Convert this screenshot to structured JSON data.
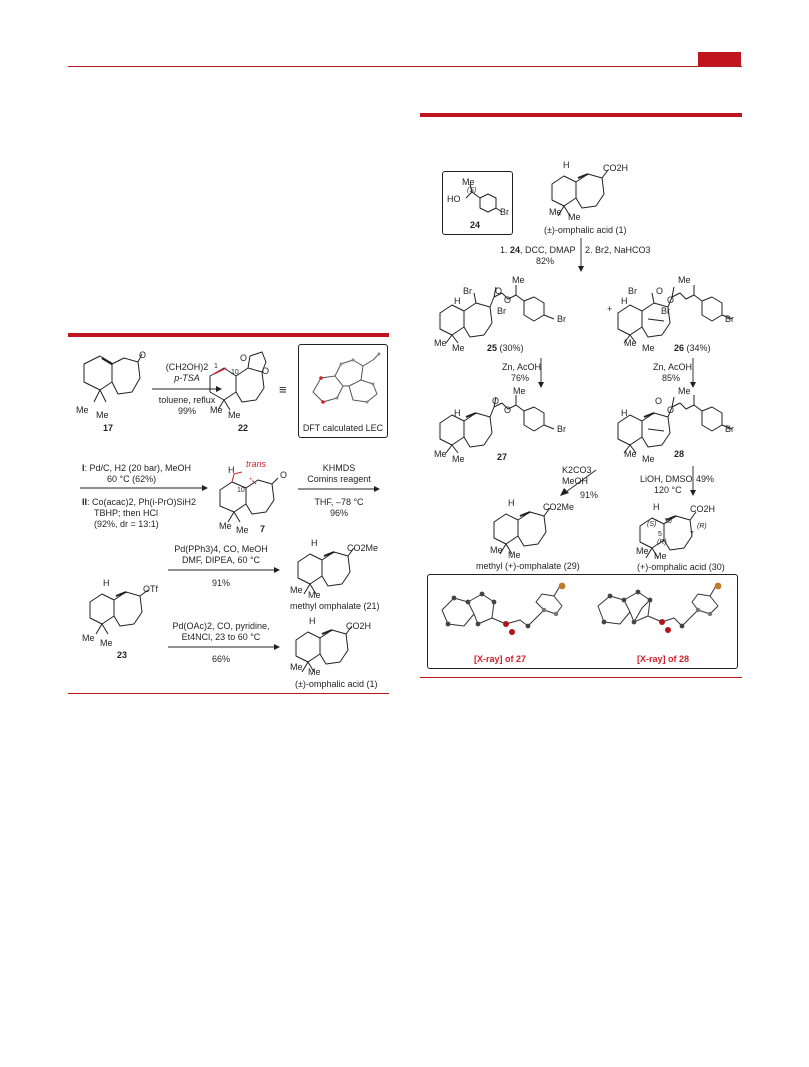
{
  "page": {
    "accent_color": "#c0151e",
    "rule_color": "#b01e24"
  },
  "left_scheme": {
    "row1": {
      "cmpd17_label": "17",
      "reagent_top": "(CH2OH)2",
      "reagent_mid": "p-TSA",
      "reagent_cond": "toluene, reflux",
      "reagent_yield": "99%",
      "cmpd22_label": "22",
      "dft_label": "DFT calculated LEC",
      "num_1": "1",
      "num_10": "10"
    },
    "row2": {
      "cond_I_prefix": "I",
      "cond_I": ": Pd/C, H2 (20 bar), MeOH",
      "cond_I_line2": "60 °C (62%)",
      "cond_II_prefix": "II",
      "cond_II": ": Co(acac)2, Ph(i-PrO)SiH2",
      "cond_II_line2": "TBHP; then HCl",
      "cond_II_line3": "(92%, dr = 13:1)",
      "trans_label": "trans",
      "cmpd7_label": "7",
      "num_10": "10",
      "reagent2_line1": "KHMDS",
      "reagent2_line2": "Comins reagent",
      "reagent2_line3": "THF, –78 °C",
      "reagent2_yield": "96%"
    },
    "row3": {
      "otf_label": "OTf",
      "cmpd23_label": "23",
      "upper_cond_line1": "Pd(PPh3)4, CO, MeOH",
      "upper_cond_line2": "DMF, DIPEA, 60 °C",
      "upper_yield": "91%",
      "co2me": "CO2Me",
      "product21_name": "methyl omphalate (21)",
      "lower_cond_line1": "Pd(OAc)2, CO, pyridine,",
      "lower_cond_line2": "Et4NCl, 23 to 60 °C",
      "lower_yield": "66%",
      "co2h": "CO2H",
      "product1_name": "(±)-omphalic acid (1)"
    },
    "atoms": {
      "H": "H",
      "O": "O",
      "Me": "Me"
    }
  },
  "right_scheme": {
    "cmpd24": {
      "label": "24",
      "me": "Me",
      "stereo": "(S)",
      "ho": "HO",
      "br": "Br"
    },
    "top_acid": {
      "co2h": "CO2H",
      "name": "(±)-omphalic acid (1)"
    },
    "step1": {
      "line1": "1. 24, DCC, DMAP",
      "line2": "2. Br2, NaHCO3",
      "yield": "82%"
    },
    "plus": "+",
    "cmpd25_label": "25 (30%)",
    "cmpd26_label": "26 (34%)",
    "zn_left": {
      "line1": "Zn, AcOH",
      "yield": "76%"
    },
    "zn_right": {
      "line1": "Zn, AcOH",
      "yield": "85%"
    },
    "cmpd27_label": "27",
    "cmpd28_label": "28",
    "k2co3": {
      "line1": "K2CO3",
      "line2": "MeOH",
      "yield": "91%"
    },
    "lioh": {
      "line1": "LiOH, DMSO",
      "line2": "120 °C",
      "yield": "49%"
    },
    "product29": {
      "co2me": "CO2Me",
      "name": "methyl (+)-omphalate (29)"
    },
    "product30": {
      "co2h": "CO2H",
      "name": "(+)-omphalic acid (30)",
      "s_label": "(S)",
      "r_label1": "(R)",
      "r_label2": "(R)",
      "n10": "10",
      "n5": "5",
      "n7": "7"
    },
    "xray_left": "[X-ray] of 27",
    "xray_right": "[X-ray] of 28"
  }
}
